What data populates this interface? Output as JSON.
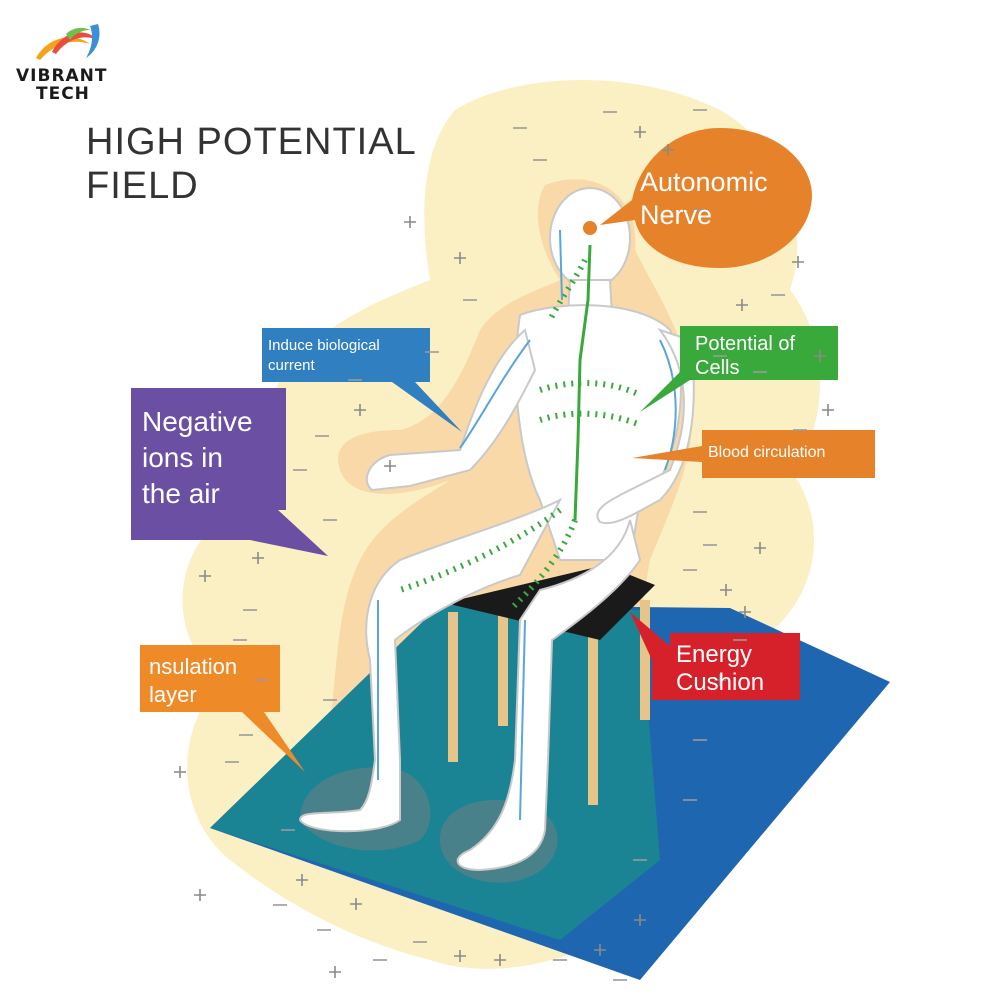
{
  "logo": {
    "line1": "VIBRANT",
    "line2": "TECH",
    "colors": [
      "#f7a21b",
      "#e94e3c",
      "#3a8fd6",
      "#6cc24a"
    ]
  },
  "title": {
    "line1": "HIGH POTENTIAL",
    "line2": "FIELD"
  },
  "callouts": {
    "autonomic_nerve": {
      "line1": "Autonomic",
      "line2": "Nerve",
      "color": "#e6822a"
    },
    "induce_current": {
      "line1": "Induce biological",
      "line2": "current",
      "color": "#2f7fc1"
    },
    "potential_cells": {
      "line1": "Potential of",
      "line2": "Cells",
      "color": "#3aa93c"
    },
    "negative_ions": {
      "line1": "Negative",
      "line2": "ions in",
      "line3": "the air",
      "color": "#6a4fa3"
    },
    "blood_circulation": {
      "line1": "Blood circulation",
      "color": "#e6822a"
    },
    "insulation_layer": {
      "line1": "nsulation",
      "line2": "layer",
      "color": "#ee8a28"
    },
    "energy_cushion": {
      "line1": "Energy",
      "line2": "Cushion",
      "color": "#d6202a"
    }
  },
  "colors": {
    "field_outer": "#fbf0c4",
    "field_inner": "#f9d9a8",
    "mat_blue": "#1f66b0",
    "mat_teal": "#1b8a8f",
    "cushion": "#1a1a1a",
    "chair_leg": "#e7c48a",
    "nerve_green": "#3aa93c",
    "vessel_blue": "#5aa6d8"
  },
  "icons": [
    "plus-sign-icon",
    "minus-sign-icon",
    "logo-swoosh-icon"
  ]
}
